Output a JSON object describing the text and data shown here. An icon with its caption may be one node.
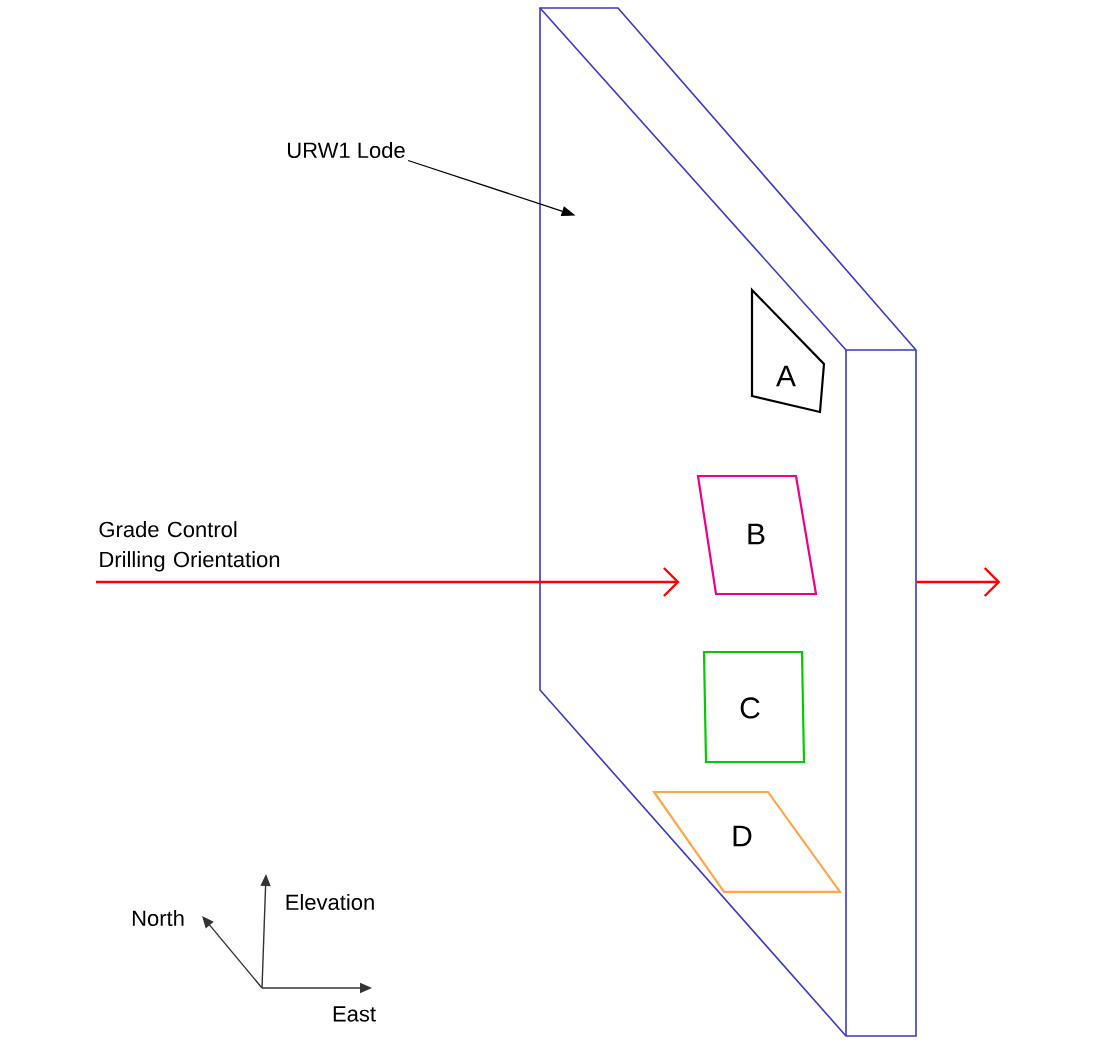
{
  "diagram": {
    "nodes": [
      {
        "text": [
          "URW1 Lode"
        ]
      },
      {
        "text": [],
        "shape": "box"
      },
      {
        "text": [
          "A"
        ],
        "in": 1
      },
      {
        "text": [
          "B"
        ],
        "in": 1
      },
      {
        "text": [
          "C"
        ],
        "in": 1
      },
      {
        "text": [
          "D"
        ],
        "in": 1
      }
    ],
    "edges": [
      {
        "from": 0,
        "to": 1,
        "arrow": "to",
        "color": "#000000"
      },
      {
        "from": null,
        "to": 1,
        "arrow": "to",
        "label": "Grade Control Drilling Orientation",
        "color": "#ff0000"
      },
      {
        "from": 1,
        "to": null,
        "arrow": "to",
        "color": "#ff0000"
      }
    ],
    "labels": [
      "North",
      "Elevation",
      "East"
    ]
  }
}
